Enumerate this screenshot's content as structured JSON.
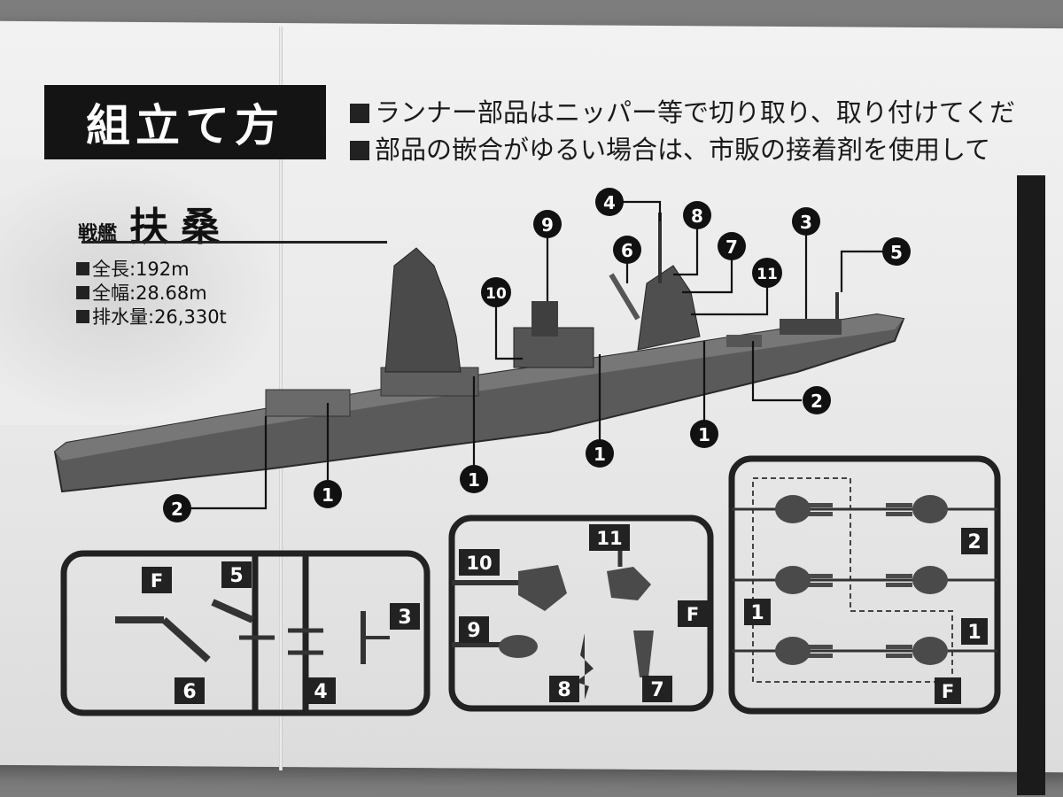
{
  "header": {
    "title": "組立て方",
    "notes": [
      "ランナー部品はニッパー等で切り取り、取り付けてくだ",
      "部品の嵌合がゆるい場合は、市販の接着剤を使用して"
    ]
  },
  "ship": {
    "kind": "戦艦",
    "name": "扶桑",
    "specs": [
      "全長:192m",
      "全幅:28.68m",
      "排水量:26,330t"
    ]
  },
  "callouts": [
    "4",
    "8",
    "7",
    "6",
    "9",
    "10",
    "11",
    "3",
    "5",
    "2",
    "1",
    "1",
    "1",
    "1",
    "2"
  ],
  "runner_left": {
    "labels": [
      "F",
      "5",
      "3",
      "6",
      "4"
    ]
  },
  "runner_middle": {
    "labels": [
      "11",
      "10",
      "9",
      "F",
      "8",
      "7"
    ]
  },
  "runner_right": {
    "labels": [
      "2",
      "1",
      "1",
      "F"
    ]
  },
  "colors": {
    "title_bg": "#141414",
    "callout_bg": "#111111",
    "paper": "#ececec",
    "hull": "#5a5a5a"
  }
}
